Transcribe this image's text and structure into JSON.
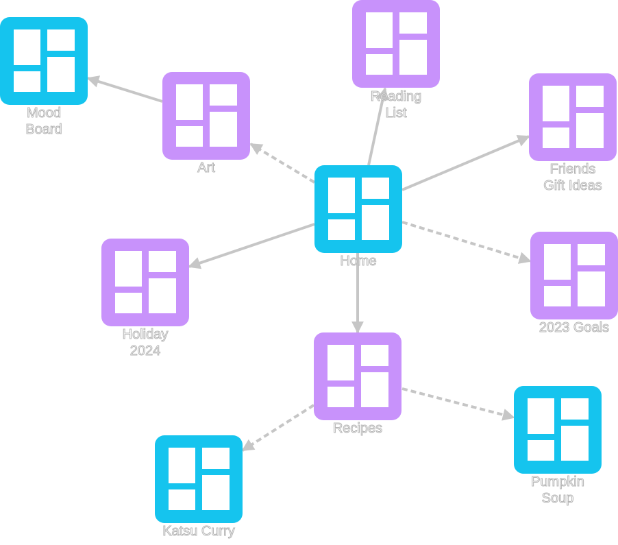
{
  "colors": {
    "blue": "#15c4ee",
    "purple": "#c892fb",
    "edge": "#c6c6c6",
    "label_fill": "#ffffff",
    "label_stroke": "#b5b5b5"
  },
  "icon": "board-layout-icon",
  "nodes": [
    {
      "id": "home",
      "label": "Home",
      "color": "blue"
    },
    {
      "id": "mood_board",
      "label": "Mood\nBoard",
      "color": "blue"
    },
    {
      "id": "art",
      "label": "Art",
      "color": "purple"
    },
    {
      "id": "reading_list",
      "label": "Reading\nList",
      "color": "purple"
    },
    {
      "id": "friends_gift_ideas",
      "label": "Friends\nGift Ideas",
      "color": "purple"
    },
    {
      "id": "goals_2023",
      "label": "2023 Goals",
      "color": "purple"
    },
    {
      "id": "holiday_2024",
      "label": "Holiday\n2024",
      "color": "purple"
    },
    {
      "id": "recipes",
      "label": "Recipes",
      "color": "purple"
    },
    {
      "id": "pumpkin_soup",
      "label": "Pumpkin\nSoup",
      "color": "blue"
    },
    {
      "id": "katsu_curry",
      "label": "Katsu Curry",
      "color": "blue"
    }
  ],
  "edges": [
    {
      "from": "art",
      "to": "mood_board",
      "style": "solid"
    },
    {
      "from": "home",
      "to": "art",
      "style": "dashed"
    },
    {
      "from": "home",
      "to": "reading_list",
      "style": "solid"
    },
    {
      "from": "home",
      "to": "friends_gift_ideas",
      "style": "solid"
    },
    {
      "from": "home",
      "to": "goals_2023",
      "style": "dashed"
    },
    {
      "from": "home",
      "to": "holiday_2024",
      "style": "solid"
    },
    {
      "from": "home",
      "to": "recipes",
      "style": "solid"
    },
    {
      "from": "recipes",
      "to": "pumpkin_soup",
      "style": "dashed"
    },
    {
      "from": "recipes",
      "to": "katsu_curry",
      "style": "dashed"
    }
  ]
}
